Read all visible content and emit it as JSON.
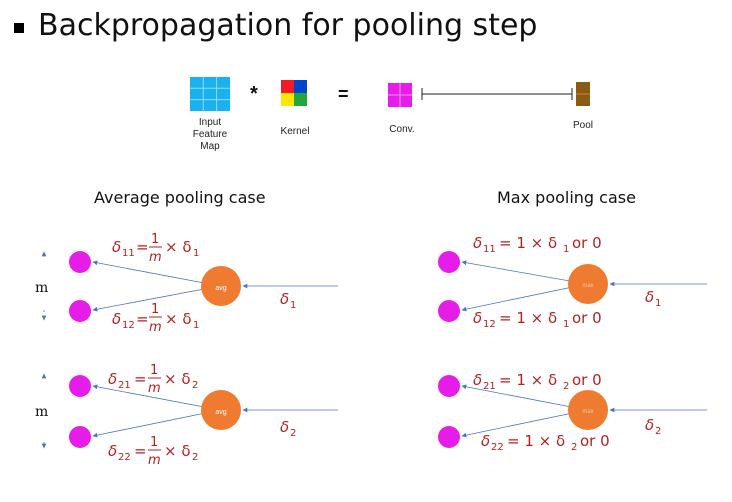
{
  "title": "Backpropagation for pooling step",
  "legend": {
    "input_label": "Input\nFeature\nMap",
    "times_symbol": "*",
    "kernel_label": "Kernel",
    "equals_symbol": "=",
    "conv_label": "Conv.",
    "pool_label": "Pool"
  },
  "avg_section": {
    "title": "Average pooling case",
    "node_label": "avg",
    "m_label": "m",
    "top": {
      "eq_upper_lhs": "δ",
      "eq_upper_sub": "11",
      "eq_lower_lhs": "δ",
      "eq_lower_sub": "12",
      "frac_num": "1",
      "frac_den": "m",
      "times_delta": "× δ",
      "delta_sub": "1",
      "input_delta": "δ",
      "input_sub": "1"
    },
    "bottom": {
      "eq_upper_lhs": "δ",
      "eq_upper_sub": "21",
      "eq_lower_lhs": "δ",
      "eq_lower_sub": "22",
      "frac_num": "1",
      "frac_den": "m",
      "times_delta": "× δ",
      "delta_sub": "2",
      "input_delta": "δ",
      "input_sub": "2"
    }
  },
  "max_section": {
    "title": "Max pooling case",
    "node_label": "max",
    "top": {
      "eq_upper": "δ",
      "eq_upper_sub": "11",
      "eq_upper_rhs": "= 1 × δ",
      "eq_upper_rhs_sub": "1",
      "eq_upper_tail": "or 0",
      "eq_lower": "δ",
      "eq_lower_sub": "12",
      "eq_lower_rhs": "= 1 × δ",
      "eq_lower_rhs_sub": "1",
      "eq_lower_tail": "or 0",
      "input_delta": "δ",
      "input_sub": "1"
    },
    "bottom": {
      "eq_upper": "δ",
      "eq_upper_sub": "21",
      "eq_upper_rhs": "= 1 × δ",
      "eq_upper_rhs_sub": "2",
      "eq_upper_tail": "or 0",
      "eq_lower": "δ",
      "eq_lower_sub": "22",
      "eq_lower_rhs": "= 1 × δ",
      "eq_lower_rhs_sub": "2",
      "eq_lower_tail": "or 0",
      "input_delta": "δ",
      "input_sub": "2"
    }
  },
  "colors": {
    "input_map": "#1ab2ee",
    "kernel": [
      "#ee1c24",
      "#0044cc",
      "#ffe600",
      "#22a83a"
    ],
    "conv": "#e61de8",
    "pool": "#8b5a14",
    "output_node": "#e61de8",
    "pool_node": "#ee7b30",
    "arrow": "#4a74c4",
    "math_red": "#b22222"
  }
}
